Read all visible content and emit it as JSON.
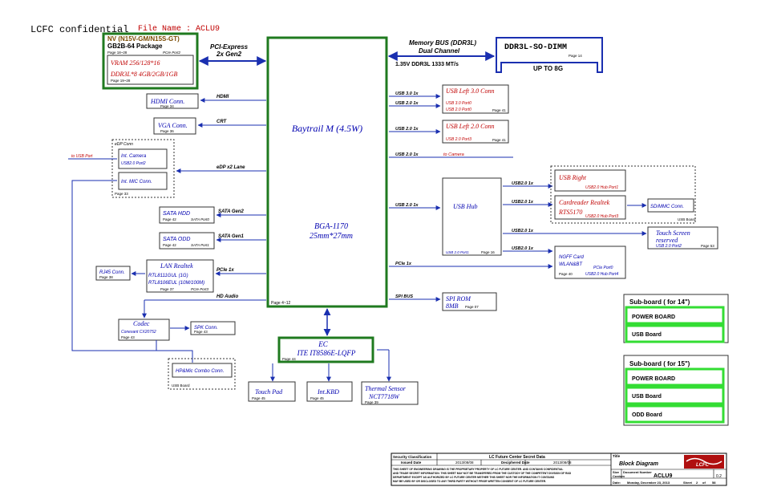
{
  "header": {
    "confidential": "LCFC confidential",
    "file_name_label": "File Name : ACLU9"
  },
  "gpu": {
    "line1": "NV (N15V-GM/N15S-GT)",
    "line2": "GB2B-64 Package",
    "page": "Page 18~28",
    "pcie_port": "PCIe Port2",
    "vram1": "VRAM 256/128*16",
    "vram2": "DDR3L*8 4GB/2GB/1GB",
    "vram_page": "Page 19~28"
  },
  "cpu": {
    "name": "Baytrail M (4.5W)",
    "package": "BGA-1170",
    "size": "25mm*27mm",
    "page": "Page 4~12"
  },
  "links": {
    "pcie_express": "PCI-Express",
    "gen2": "2x Gen2",
    "hdmi": "HDMI",
    "crt": "CRT",
    "edp": "eDP x2 Lane",
    "sata_gen2": "SATA Gen2",
    "sata_gen1": "SATA Gen1",
    "pcie_1x_left": "PCIe 1x",
    "hd_audio": "HD Audio",
    "mem_bus": "Memory BUS (DDR3L)",
    "dual_channel": "Dual Channel",
    "ddr_speed": "1.35V DDR3L 1333 MT/s",
    "usb30_1x": "USB 3.0 1x",
    "usb20_1x_a": "USB 2.0 1x",
    "usb20_1x_b": "USB 2.0 1x",
    "usb20_1x_cam": "USB 2.0 1x",
    "to_camera": "to Camera",
    "usb20_1x_hub": "USB 2.0 1x",
    "pcie_1x_right": "PCIe 1x",
    "spi_bus": "SPI BUS",
    "hub_out1": "USB2.0 1x",
    "hub_out2": "USB2.0 1x",
    "hub_out3": "USB2.0 1x",
    "hub_out4": "USB2.0 1x",
    "to_usb_port": "to USB Port"
  },
  "ddr": {
    "name": "DDR3L-SO-DIMM",
    "page": "Page 14",
    "size": "UP TO 8G"
  },
  "left": {
    "hdmi_conn": "HDMI Conn.",
    "hdmi_page": "Page 34",
    "vga_conn": "VGA Conn.",
    "vga_page": "Page 36",
    "edp_conn": "eDP Conn",
    "camera1": "Int. Camera",
    "camera2": "USB2.0 Port2",
    "mic": "Int. MIC Conn.",
    "edp_page": "Page 33",
    "sata_hdd": "SATA HDD",
    "hdd_page": "Page 42",
    "hdd_port": "SATA Port0",
    "sata_odd": "SATA ODD",
    "odd_page": "Page 42",
    "odd_port": "SATA Port1",
    "lan_title": "LAN Realtek",
    "lan1": "RTL8111GUL (1G)",
    "lan2": "RTL8106EUL (10M/100M)",
    "lan_page": "Page 37",
    "lan_port": "PCIe Port3",
    "rj45": "RJ45 Conn.",
    "rj45_page": "Page 38",
    "codec_title": "Codec",
    "codec_model": "Conexant CX20752",
    "codec_page": "Page 43",
    "spk": "SPK Conn.",
    "spk_page": "Page 43",
    "hp": "HP&Mic Combo Conn.",
    "usb_board": "USB  Board"
  },
  "ec": {
    "title": "EC",
    "model": "ITE IT8586E-LQFP",
    "page": "Page 44",
    "touchpad": "Touch Pad",
    "touchpad_page": "Page 45",
    "kbd": "Int.KBD",
    "kbd_page": "Page 45",
    "thermal1": "Thermal Sensor",
    "thermal2": "NCT7718W",
    "thermal_page": "Page 39"
  },
  "right": {
    "usb3_title": "USB Left 3.0 Conn",
    "usb3_p1": "USB 3.0 Port0",
    "usb3_p2": "USB 2.0 Port0",
    "usb3_page": "Page 41",
    "usb2_title": "USB Left 2.0 Conn",
    "usb2_p": "USB 2.0 Port3",
    "usb2_page": "Page 41",
    "hub_title": "USB Hub",
    "hub_port": "USB 2.0 Port1",
    "hub_page": "Page 16",
    "usb_right": "USB Right",
    "usb_right_port": "USB2.0 Hub Port1",
    "card_title": "Cardreader  Realtek",
    "card_model": "RTS5170",
    "card_port": "USB2.0 Hub Port3",
    "sd": "SD/MMC Conn.",
    "usb_board": "USB  Board",
    "touch1": "Touch Screen",
    "touch2": "reserved",
    "touch_port": "USB 2.0 Port2",
    "touch_page": "Page 53",
    "ngff1": "NGFF Card",
    "ngff2": "WLAN&BT",
    "ngff_pcie": "PCIe  Port0",
    "ngff_usb": "USB2.0 Hub Port4",
    "ngff_page": "Page 40",
    "spi1": "SPI ROM",
    "spi2": "8MB",
    "spi_page": "Page 07"
  },
  "subboard14": {
    "title": "Sub-board ( for 14\")",
    "items": [
      "POWER BOARD",
      "USB Board"
    ]
  },
  "subboard15": {
    "title": "Sub-board ( for 15\")",
    "items": [
      "POWER BOARD",
      "USB Board",
      "ODD Board"
    ]
  },
  "titleblock": {
    "sec_class": "Security Classification",
    "company_secret": "LC Future Center Secret Data",
    "issued_label": "Issued Date",
    "issued_date": "2013/08/08",
    "deciphered_label": "Deciphered Date",
    "deciphered_date": "2013/08/08",
    "notice1": "THIS SHEET OF ENGINEERING DRAWING IS THE PROPRIETARY PROPERTY OF LC FUTURE CENTER. AND CONTAINS CONFIDENTIAL",
    "notice2": "AND TRADE SECRET INFORMATION. THIS SHEET MAY NOT BE TRANSFERED FROM THE CUSTODY OF THE COMPETENT DIVISION OF R&D",
    "notice3": "DEPARTMENT EXCEPT AS AUTHORIZED BY LC FUTURE CENTER NEITHER THIS SHEET NOR THE INFORMATION IT CONTAINS",
    "notice4": "MAY BE USED BY OR DISCLOSED TO ANY THIRD PARTY WITHOUT PRIOR WRITTEN CONSENT OF LC FUTURE CENTER.",
    "title_label": "Title",
    "title": "Block Diagram",
    "size_label": "Size",
    "doc_label": "Document Number",
    "custom": "Custom",
    "doc": "ACLU9",
    "rev": "0.2",
    "date_label": "Date:",
    "date": "Monday, December 23, 2013",
    "sheet_label": "Sheet",
    "sheet": "2",
    "of": "of",
    "total": "58",
    "logo": "LCFC"
  }
}
